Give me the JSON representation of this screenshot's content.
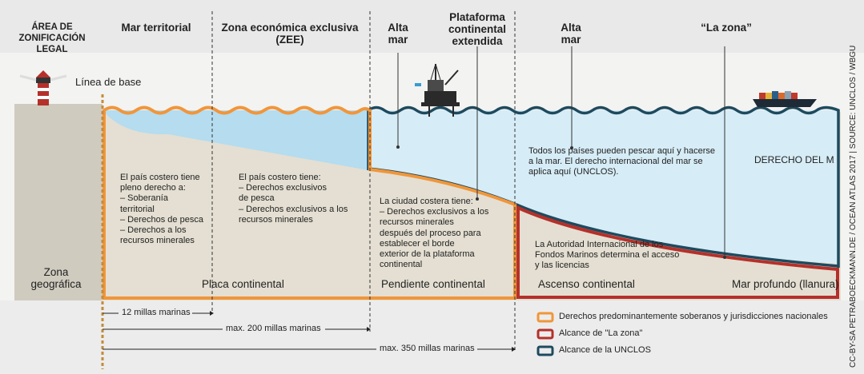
{
  "headers": {
    "legal_zoning": "ÁREA DE\nZONIFICACIÓN LEGAL",
    "territorial_sea": "Mar territorial",
    "eez": "Zona económica exclusiva\n(ZEE)",
    "high_seas_1": "Alta\nmar",
    "extended_shelf": "Plataforma\ncontinental\nextendida",
    "high_seas_2": "Alta\nmar",
    "the_area": "“La zona”"
  },
  "labels": {
    "baseline": "Línea de base",
    "geo_zone": "Zona\ngeográfica",
    "law_of_sea": "DERECHO DEL MAR"
  },
  "descriptions": {
    "territorial": "El país costero tiene\npleno derecho a:\n– Soberanía\n   territorial\n– Derechos de pesca\n– Derechos a los\n   recursos minerales",
    "eez": "El país costero tiene:\n– Derechos exclusivos\n   de pesca\n– Derechos exclusivos a los\n   recursos minerales",
    "extended": "La ciudad costera tiene:\n– Derechos exclusivos a los\n   recursos minerales\n   después del proceso para\n   establecer el borde\n   exterior de la plataforma\n   continental",
    "high_seas": "Todos los países pueden pescar aquí y hacerse\na la mar. El derecho internacional del mar se\naplica aquí (UNCLOS).",
    "isa": "La Autoridad Internacional de los\nFondos Marinos determina el acceso\ny las licencias"
  },
  "zones": {
    "shelf": "Placa continental",
    "slope": "Pendiente continental",
    "rise": "Ascenso continental",
    "abyssal": "Mar profundo (llanura)"
  },
  "distances": {
    "d12": "12 millas marinas",
    "d200": "max. 200 millas marinas",
    "d350": "max. 350 millas marinas"
  },
  "legend": {
    "orange": "Derechos predominantemente soberanos y jurisdicciones nacionales",
    "red": "Alcance de \"La zona\"",
    "navy": "Alcance de la UNCLOS"
  },
  "source": "CC-BY-SA PETRABOECKMANN.DE / OCEAN ATLAS 2017 | SOURCE: UNCLOS / WBGU",
  "colors": {
    "orange": "#f0963a",
    "red": "#b5302a",
    "navy": "#1e4a5e",
    "sea": "#d6ecf6",
    "shallow_sea": "#b5dcef",
    "seabed": "#e4dfd2",
    "land": "#cfcbbf",
    "header_band": "#e9e9e9"
  }
}
